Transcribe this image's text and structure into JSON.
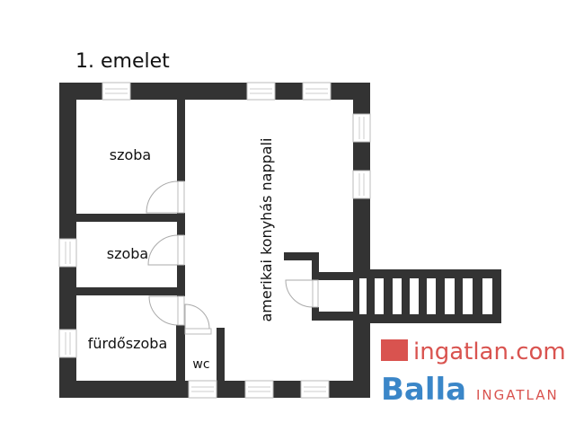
{
  "title": "1. emelet",
  "rooms": {
    "room1": "szoba",
    "room2": "szoba",
    "bathroom": "fürdőszoba",
    "wc": "wc",
    "living": "amerikai konyhás nappali"
  },
  "watermark": {
    "site": "ingatlan.com",
    "brand": "Balla",
    "brand_sub": "INGATLAN",
    "colors": {
      "site": "#d9534f",
      "brand": "#3a86c8"
    }
  },
  "colors": {
    "wall": "#333333",
    "window": "#bbbbbb"
  }
}
